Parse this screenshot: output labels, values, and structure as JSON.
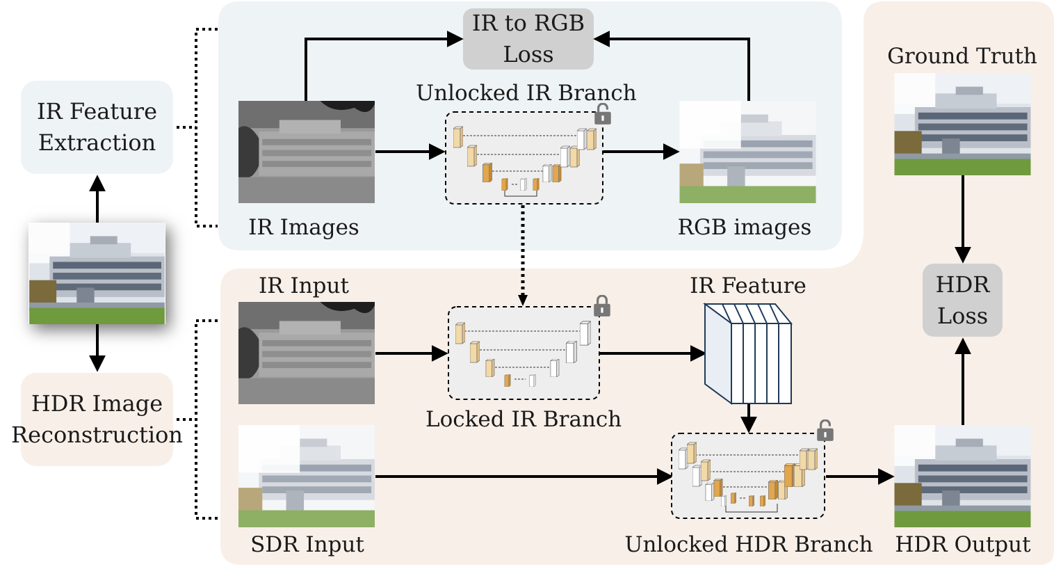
{
  "title": "IR-guided HDR reconstruction pipeline",
  "stages": {
    "ir_feature_extraction": "IR Feature Extraction",
    "hdr_image_reconstruction": "HDR Image Reconstruction"
  },
  "stage_lines": {
    "ir_feature_extraction": [
      "IR Feature",
      "Extraction"
    ],
    "hdr_image_reconstruction": [
      "HDR Image",
      "Reconstruction"
    ]
  },
  "top_panel": {
    "loss_lines": [
      "IR to RGB",
      "Loss"
    ],
    "branch_label": "Unlocked IR Branch",
    "input_label": "IR Images",
    "output_label": "RGB images"
  },
  "bottom_panel": {
    "ir_input_label": "IR Input",
    "locked_branch_label": "Locked IR Branch",
    "ir_feature_label": "IR Feature",
    "sdr_input_label": "SDR Input",
    "hdr_branch_label": "Unlocked HDR Branch",
    "hdr_output_label": "HDR Output"
  },
  "right_panel": {
    "ground_truth_label": "Ground Truth",
    "loss_lines": [
      "HDR",
      "Loss"
    ]
  },
  "colors": {
    "top_panel_bg": "#eef3f5",
    "bottom_panel_bg": "#f8efe8",
    "stage1_bg": "#eef3f5",
    "stage2_bg": "#f8efe8",
    "loss_box_bg": "#d0d0d0",
    "unet_box_bg": "#eeeeee",
    "unet_block_light": "#f2d9a8",
    "unet_block_dark": "#e3a64a",
    "arrow": "#000000"
  },
  "icons": {
    "lock_closed": "lock-icon",
    "lock_open": "unlock-icon"
  }
}
